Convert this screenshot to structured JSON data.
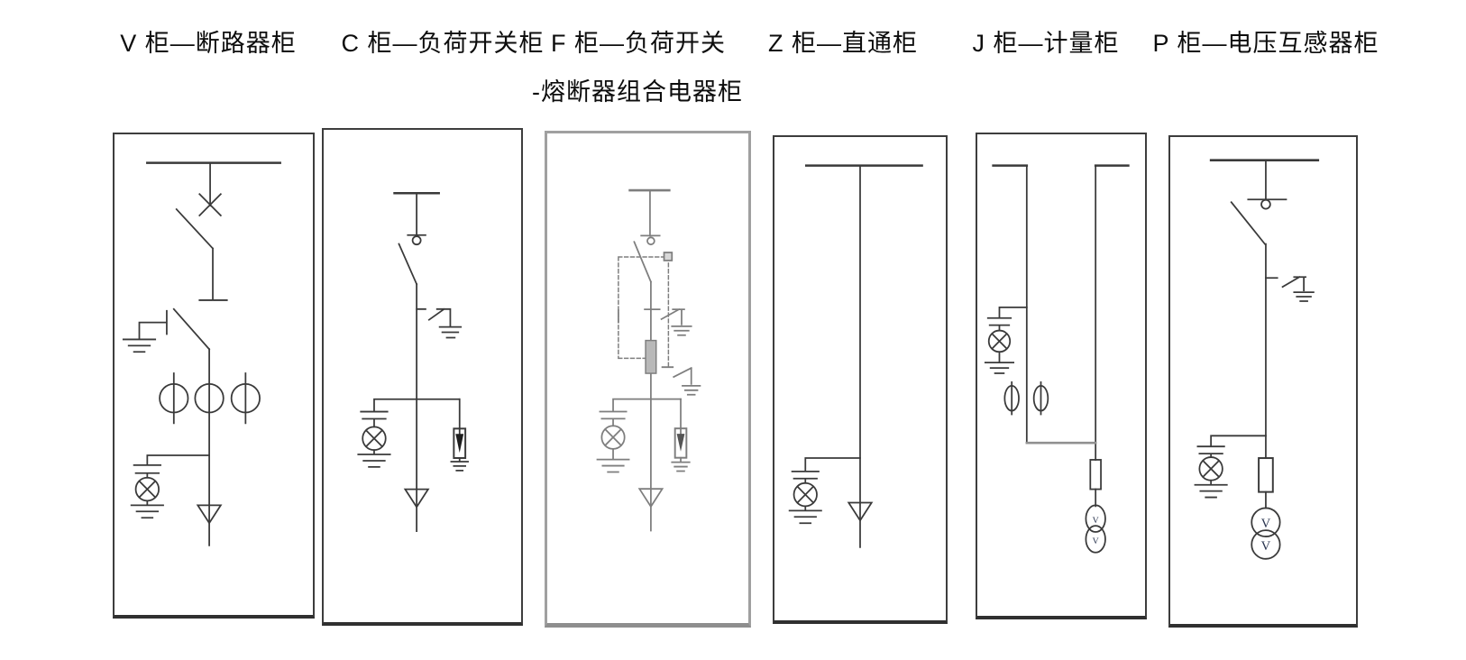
{
  "labels": {
    "v": "V 柜—断路器柜",
    "c": "C 柜—负荷开关柜",
    "f1": "F 柜—负荷开关",
    "f2": "-熔断器组合电器柜",
    "z": "Z 柜—直通柜",
    "j": "J 柜—计量柜",
    "p": "P 柜—电压互感器柜"
  },
  "symbols": {
    "voltage_transformer_letter": "V"
  },
  "colors": {
    "line": "#3a3a3a",
    "faded_line": "#7e7e7e",
    "background": "#ffffff",
    "pt_letter": "#2a3550"
  }
}
